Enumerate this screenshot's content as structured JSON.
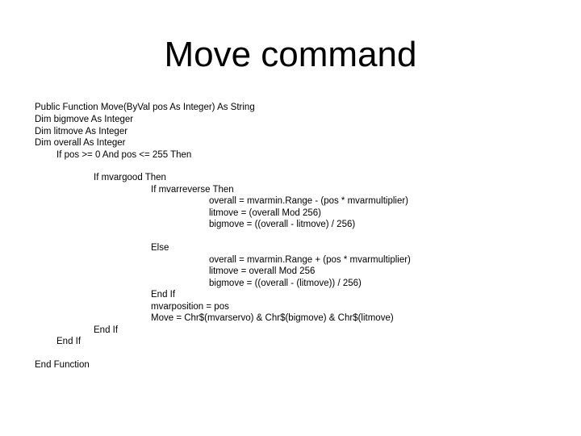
{
  "slide": {
    "title": "Move command"
  },
  "code": {
    "lines": [
      "Public Function Move(ByVal pos As Integer) As String",
      "Dim bigmove As Integer",
      "Dim litmove As Integer",
      "Dim overall As Integer",
      "If pos >= 0 And pos <= 255 Then",
      "If mvargood Then",
      "If mvarreverse Then",
      "overall = mvarmin.Range - (pos * mvarmultiplier)",
      "litmove = (overall Mod 256)",
      "bigmove = ((overall - litmove) / 256)",
      "Else",
      "overall = mvarmin.Range + (pos * mvarmultiplier)",
      "litmove = overall Mod 256",
      "bigmove = ((overall - (litmove)) / 256)",
      "End If",
      "mvarposition = pos",
      "Move = Chr$(mvarservo) & Chr$(bigmove) & Chr$(litmove)",
      "End If",
      "End If",
      "End Function"
    ]
  }
}
